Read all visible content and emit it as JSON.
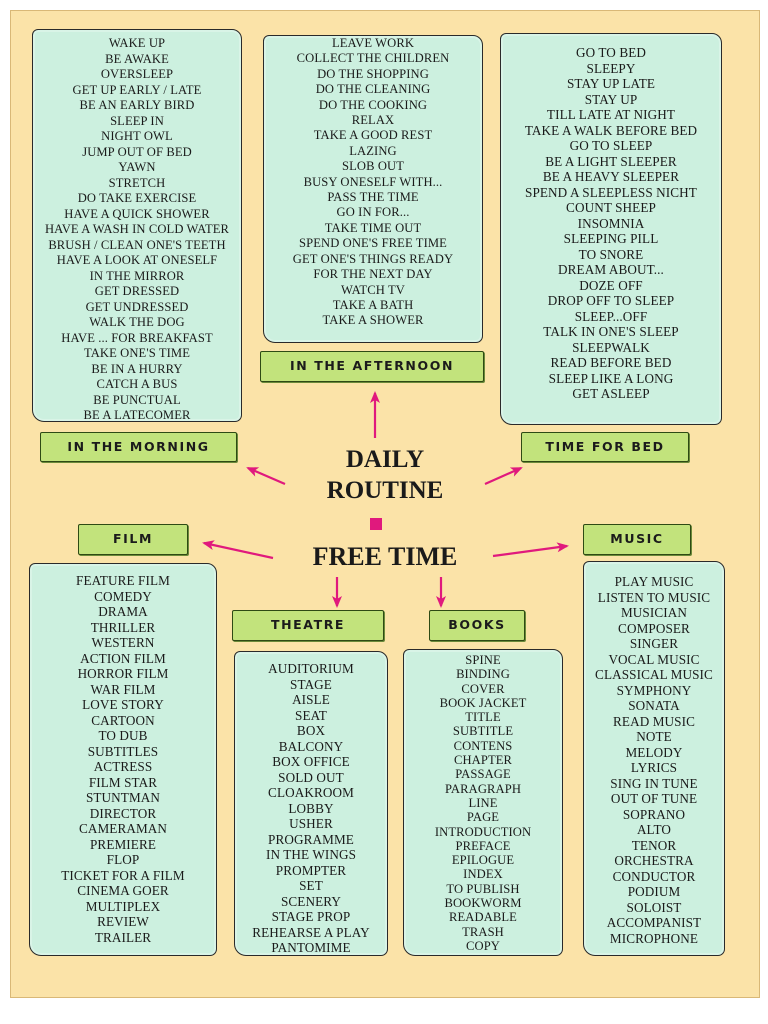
{
  "center": {
    "line1": "DAILY",
    "line2": "ROUTINE",
    "free_time": "FREE TIME"
  },
  "colors": {
    "panel": "#ccf0df",
    "banner": "#c2e37c",
    "background": "#fbe3a8",
    "arrow": "#e0197d"
  },
  "banners": {
    "morning": "IN THE MORNING",
    "afternoon": "IN THE AFTERNOON",
    "bed": "TIME FOR BED",
    "film": "FILM",
    "theatre": "THEATRE",
    "books": "BOOKS",
    "music": "MUSIC"
  },
  "lists": {
    "morning": [
      "WAKE UP",
      "BE AWAKE",
      "OVERSLEEP",
      "GET UP EARLY / LATE",
      "BE AN EARLY BIRD",
      "SLEEP IN",
      "NIGHT OWL",
      "JUMP OUT OF BED",
      "YAWN",
      "STRETCH",
      "DO TAKE EXERCISE",
      "HAVE A QUICK SHOWER",
      "HAVE A WASH IN COLD WATER",
      "BRUSH / CLEAN ONE'S TEETH",
      "HAVE A LOOK AT ONESELF",
      "IN THE MIRROR",
      "GET DRESSED",
      "GET UNDRESSED",
      "WALK THE DOG",
      "HAVE ... FOR BREAKFAST",
      "TAKE ONE'S TIME",
      "BE IN A HURRY",
      "CATCH A BUS",
      "BE PUNCTUAL",
      "BE A LATECOMER"
    ],
    "afternoon": [
      "LEAVE WORK",
      "COLLECT THE CHILDREN",
      "DO THE SHOPPING",
      "DO THE CLEANING",
      "DO THE COOKING",
      "RELAX",
      "TAKE A GOOD REST",
      "LAZING",
      "SLOB OUT",
      "BUSY ONESELF WITH...",
      "PASS THE TIME",
      "GO IN FOR...",
      "TAKE TIME OUT",
      "SPEND ONE'S FREE TIME",
      "GET ONE'S THINGS READY",
      "FOR THE NEXT DAY",
      "WATCH TV",
      "TAKE A BATH",
      "TAKE A SHOWER"
    ],
    "bed": [
      "GO TO BED",
      "SLEEPY",
      "STAY UP LATE",
      "STAY UP",
      "TILL LATE AT NIGHT",
      "TAKE A WALK BEFORE BED",
      "GO TO SLEEP",
      "BE A LIGHT SLEEPER",
      "BE A HEAVY SLEEPER",
      "SPEND A SLEEPLESS NICHT",
      "COUNT SHEEP",
      "INSOMNIA",
      "SLEEPING PILL",
      "TO SNORE",
      "DREAM ABOUT...",
      "DOZE OFF",
      "DROP OFF TO SLEEP",
      "SLEEP...OFF",
      "TALK IN ONE'S SLEEP",
      "SLEEPWALK",
      "READ BEFORE BED",
      "SLEEP LIKE A LONG",
      "GET ASLEEP"
    ],
    "film": [
      "FEATURE FILM",
      "COMEDY",
      "DRAMA",
      "THRILLER",
      "WESTERN",
      "ACTION FILM",
      "HORROR FILM",
      "WAR FILM",
      "LOVE STORY",
      "CARTOON",
      "TO DUB",
      "SUBTITLES",
      "ACTRESS",
      "FILM STAR",
      "STUNTMAN",
      "DIRECTOR",
      "CAMERAMAN",
      "PREMIERE",
      "FLOP",
      "TICKET FOR A FILM",
      "CINEMA GOER",
      "MULTIPLEX",
      "REVIEW",
      "TRAILER"
    ],
    "theatre": [
      "AUDITORIUM",
      "STAGE",
      "AISLE",
      "SEAT",
      "BOX",
      "BALCONY",
      "BOX OFFICE",
      "SOLD OUT",
      "CLOAKROOM",
      "LOBBY",
      "USHER",
      "PROGRAMME",
      "IN THE WINGS",
      "PROMPTER",
      "SET",
      "SCENERY",
      "STAGE PROP",
      "REHEARSE A PLAY",
      "PANTOMIME"
    ],
    "books": [
      "SPINE",
      "BINDING",
      "COVER",
      "BOOK JACKET",
      "TITLE",
      "SUBTITLE",
      "CONTENS",
      "CHAPTER",
      "PASSAGE",
      "PARAGRAPH",
      "LINE",
      "PAGE",
      "INTRODUCTION",
      "PREFACE",
      "EPILOGUE",
      "INDEX",
      "TO PUBLISH",
      "BOOKWORM",
      "READABLE",
      "TRASH",
      "COPY"
    ],
    "music": [
      "PLAY MUSIC",
      "LISTEN TO MUSIC",
      "MUSICIAN",
      "COMPOSER",
      "SINGER",
      "VOCAL MUSIC",
      "CLASSICAL MUSIC",
      "SYMPHONY",
      "SONATA",
      "READ MUSIC",
      "NOTE",
      "MELODY",
      "LYRICS",
      "SING IN TUNE",
      "OUT OF TUNE",
      "SOPRANO",
      "ALTO",
      "TENOR",
      "ORCHESTRA",
      "CONDUCTOR",
      "PODIUM",
      "SOLOIST",
      "ACCOMPANIST",
      "MICROPHONE"
    ]
  }
}
